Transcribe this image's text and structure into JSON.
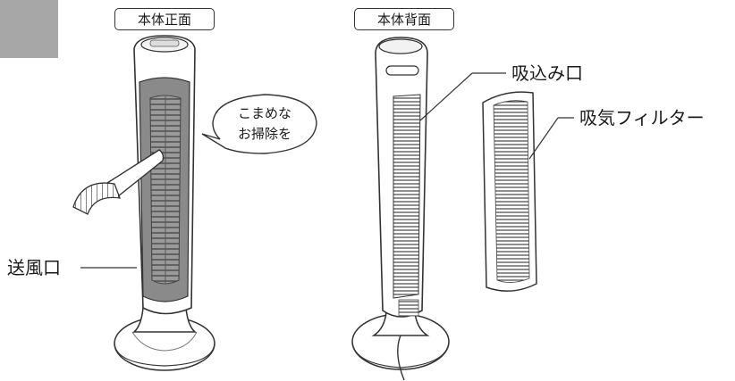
{
  "labels": {
    "front_view": "本体正面",
    "back_view": "本体背面",
    "air_outlet": "送風口",
    "air_intake": "吸込み口",
    "intake_filter": "吸気フィルター",
    "tip_line1": "こまめな",
    "tip_line2": "お掃除を"
  },
  "colors": {
    "grille_gray": "#8a8a8a",
    "outline": "#333333",
    "marker_square": "#a7a7a7"
  }
}
